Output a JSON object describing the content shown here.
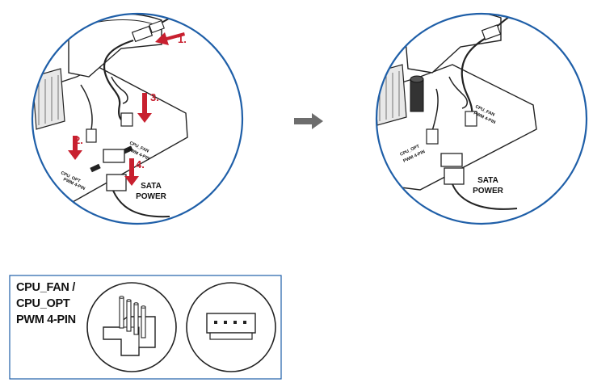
{
  "left_panel": {
    "steps": [
      "1.",
      "2.",
      "3.",
      "4."
    ],
    "header_label_line1": "CPU_FAN",
    "header_label_line2": "PWM 4-PIN",
    "opt_label_line1": "CPU_OPT",
    "opt_label_line2": "PWM 4-PIN",
    "sata_line1": "SATA",
    "sata_line2": "POWER"
  },
  "right_panel": {
    "header_label_line1": "CPU_FAN",
    "header_label_line2": "PWM 4-PIN",
    "opt_label_line1": "CPU_OPT",
    "opt_label_line2": "PWM 4-PIN",
    "sata_line1": "SATA",
    "sata_line2": "POWER"
  },
  "legend": {
    "line1": "CPU_FAN /",
    "line2": "CPU_OPT",
    "line3": "PWM 4-PIN"
  },
  "colors": {
    "circle_stroke": "#1f5fa8",
    "arrow_red": "#c8202f",
    "transition_arrow": "#6d6d6d",
    "legend_border": "#1f5fa8"
  }
}
